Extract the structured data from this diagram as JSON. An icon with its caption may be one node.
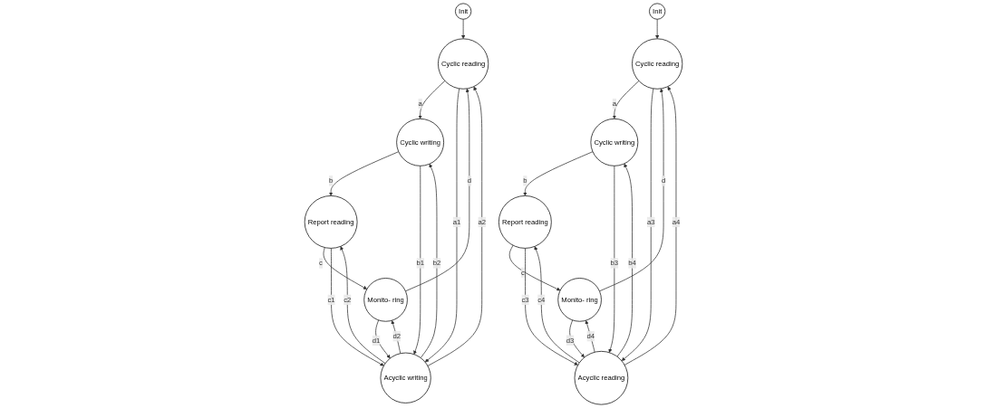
{
  "diagram": {
    "nodes": [
      {
        "text": [
          "Init"
        ]
      },
      {
        "text": [
          "Cyclic writing"
        ]
      },
      {
        "text": [
          "Cyclic reading"
        ]
      },
      {
        "text": [
          "Acyclic writing"
        ]
      },
      {
        "text": [
          "Report reading"
        ]
      },
      {
        "text": [
          "Monito- ring"
        ]
      },
      {
        "text": [
          "Init"
        ]
      },
      {
        "text": [
          "Cyclic writing"
        ]
      },
      {
        "text": [
          "Cyclic reading"
        ]
      },
      {
        "text": [
          "Acyclic reading"
        ]
      },
      {
        "text": [
          "Report reading"
        ]
      },
      {
        "text": [
          "Monito- ring"
        ]
      }
    ],
    "edges": [
      {
        "from": 0,
        "to": 2,
        "arrow": "to"
      },
      {
        "from": 2,
        "to": 1,
        "arrow": "to",
        "label": "a"
      },
      {
        "from": 1,
        "to": 4,
        "arrow": "to",
        "label": "b"
      },
      {
        "from": 4,
        "to": 5,
        "arrow": "to",
        "label": "c"
      },
      {
        "from": 5,
        "to": 2,
        "arrow": "to",
        "label": "d"
      },
      {
        "from": 3,
        "to": 1,
        "arrow": "to",
        "label": "b2"
      },
      {
        "from": 1,
        "to": 3,
        "arrow": "to",
        "label": "b1"
      },
      {
        "from": 3,
        "to": 4,
        "arrow": "to",
        "label": "c2"
      },
      {
        "from": 2,
        "to": 3,
        "arrow": "to",
        "label": "a1"
      },
      {
        "from": 4,
        "to": 3,
        "arrow": "to",
        "label": "c1"
      },
      {
        "from": 3,
        "to": 2,
        "arrow": "to",
        "label": "a2"
      },
      {
        "from": 5,
        "to": 3,
        "arrow": "to",
        "label": "d1"
      },
      {
        "from": 3,
        "to": 5,
        "arrow": "to",
        "label": "d2"
      },
      {
        "from": 6,
        "to": 8,
        "arrow": "to"
      },
      {
        "from": 8,
        "to": 7,
        "arrow": "to",
        "label": "a"
      },
      {
        "from": 7,
        "to": 10,
        "arrow": "to",
        "label": "b"
      },
      {
        "from": 10,
        "to": 11,
        "arrow": "to",
        "label": "c"
      },
      {
        "from": 11,
        "to": 8,
        "arrow": "to",
        "label": "d"
      },
      {
        "from": 9,
        "to": 7,
        "arrow": "to",
        "label": "b4"
      },
      {
        "from": 7,
        "to": 9,
        "arrow": "to",
        "label": "b3"
      },
      {
        "from": 9,
        "to": 10,
        "arrow": "to",
        "label": "c4"
      },
      {
        "from": 8,
        "to": 9,
        "arrow": "to",
        "label": "a3"
      },
      {
        "from": 10,
        "to": 9,
        "arrow": "to",
        "label": "c3"
      },
      {
        "from": 9,
        "to": 8,
        "arrow": "to",
        "label": "a4"
      },
      {
        "from": 11,
        "to": 9,
        "arrow": "to",
        "label": "d3"
      },
      {
        "from": 9,
        "to": 11,
        "arrow": "to",
        "label": "d4"
      }
    ]
  }
}
